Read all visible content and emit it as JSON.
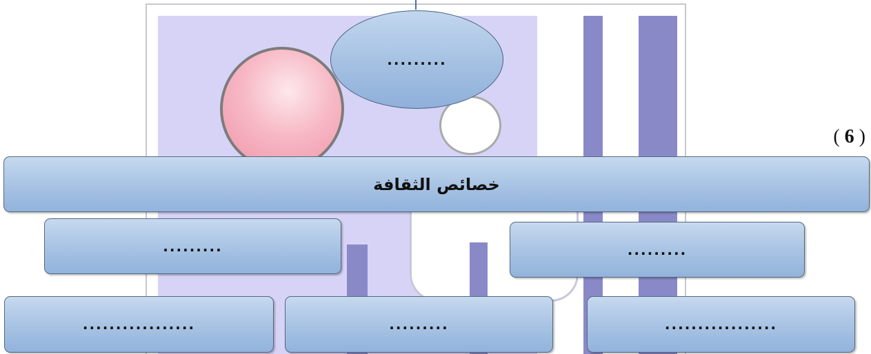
{
  "question": {
    "open_paren": "(",
    "number": "6",
    "close_paren": ")"
  },
  "main_box": {
    "title": "خصائص الثقافة"
  },
  "oval": {
    "text": "........."
  },
  "middle_row": [
    {
      "text": "........."
    },
    {
      "text": "........."
    }
  ],
  "bottom_row": [
    {
      "text": "................."
    },
    {
      "text": "........."
    },
    {
      "text": "................."
    }
  ],
  "colors": {
    "box_fill": "#a9c4e4",
    "box_border": "#55677f",
    "background_panel": "#d6d3f7",
    "purple_bar": "#8a89c8",
    "pink_circle": "#f7b8c5"
  },
  "icons": [
    "decorative-background-picture"
  ]
}
